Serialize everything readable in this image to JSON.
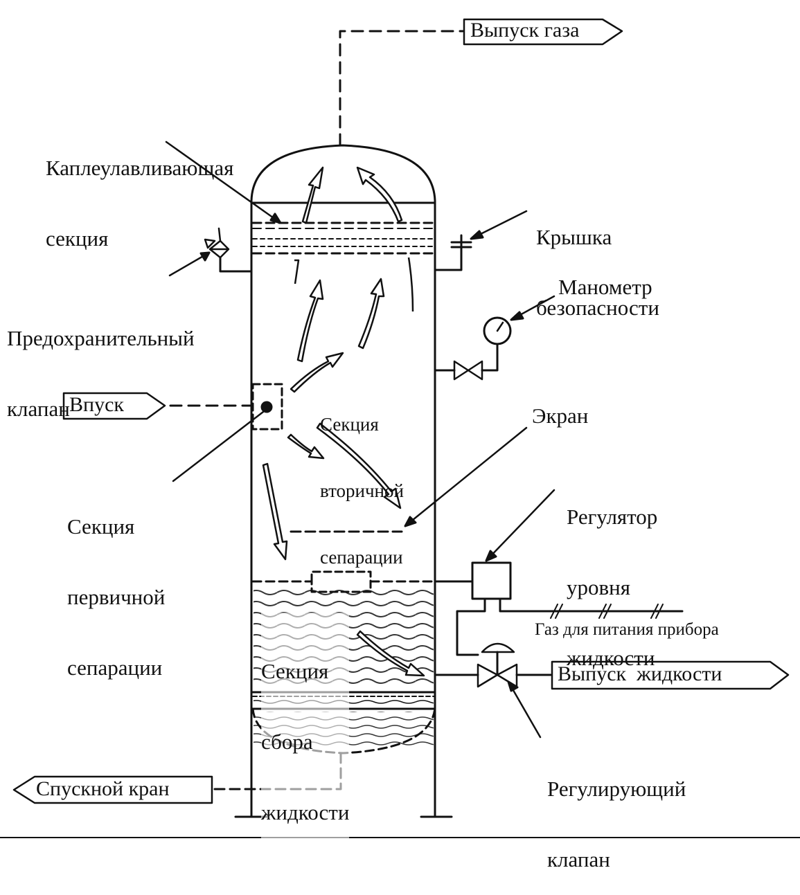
{
  "labels": {
    "gas_outlet": "Выпуск газа",
    "mist_extractor_1": "Каплеулавливающая",
    "mist_extractor_2": "секция",
    "safety_head_1": "Крышка",
    "safety_head_2": "безопасности",
    "relief_valve_1": "Предохранительный",
    "relief_valve_2": "клапан",
    "pressure_gauge": "Манометр",
    "inlet": "Впуск",
    "secondary_1": "Секция",
    "secondary_2": "вторичной",
    "secondary_3": "сепарации",
    "baffle": "Экран",
    "primary_1": "Секция",
    "primary_2": "первичной",
    "primary_3": "сепарации",
    "level_controller_1": "Регулятор",
    "level_controller_2": "уровня",
    "level_controller_3": "жидкости",
    "instrument_gas": "Газ для питания прибора",
    "liquid_section_1": "Секция",
    "liquid_section_2": "сбора",
    "liquid_section_3": "жидкости",
    "liquid_outlet": "Выпуск  жидкости",
    "control_valve_1": "Регулирующий",
    "control_valve_2": "клапан",
    "drain": "Спускной кран"
  },
  "colors": {
    "line": "#111111",
    "background": "#ffffff"
  }
}
